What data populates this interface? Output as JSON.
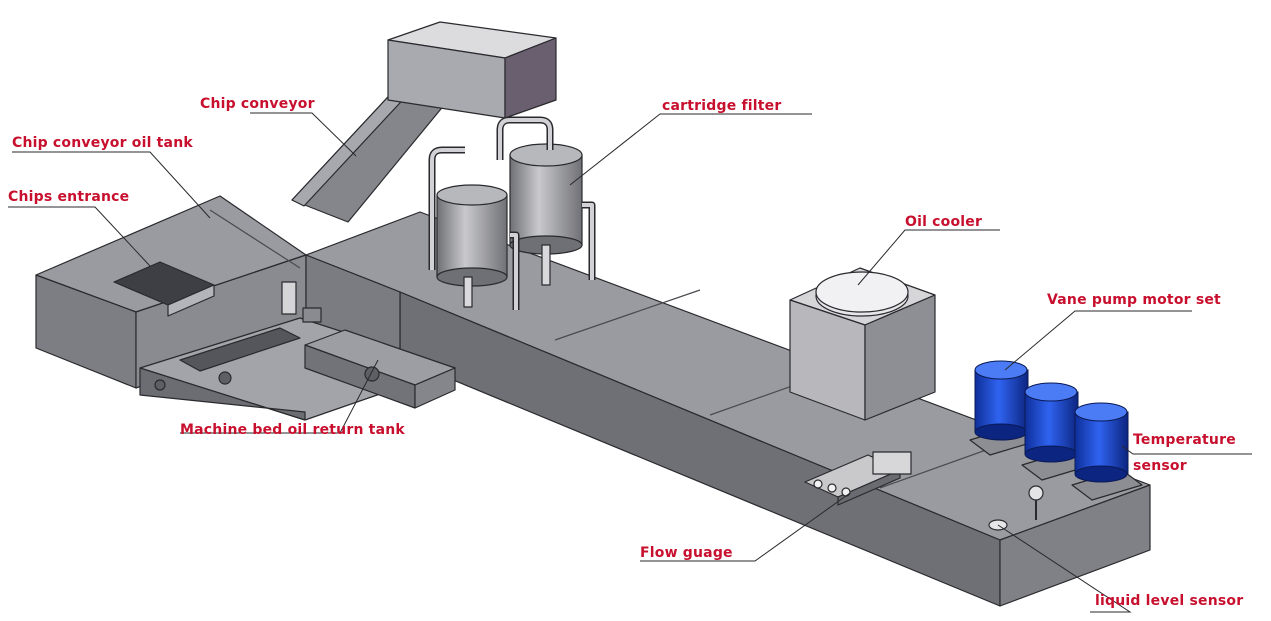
{
  "labels": {
    "chip_conveyor": "Chip conveyor",
    "chip_conveyor_oil_tank": "Chip conveyor oil tank",
    "chips_entrance": "Chips entrance",
    "cartridge_filter": "cartridge filter",
    "oil_cooler": "Oil cooler",
    "vane_pump_motor_set": "Vane pump motor set",
    "temperature": "Temperature",
    "sensor": "sensor",
    "machine_bed_oil_return_tank": "Machine bed oil return tank",
    "flow_guage": "Flow guage",
    "liquid_level_sensor": "liquid level sensor"
  },
  "colors": {
    "label": "#c8102e",
    "steel_top": "#9a9ba0",
    "steel_side": "#7d7e83",
    "steel_dark": "#5e5f64",
    "motor_blue": "#1f4fd8",
    "outline": "#2a2a2e"
  }
}
